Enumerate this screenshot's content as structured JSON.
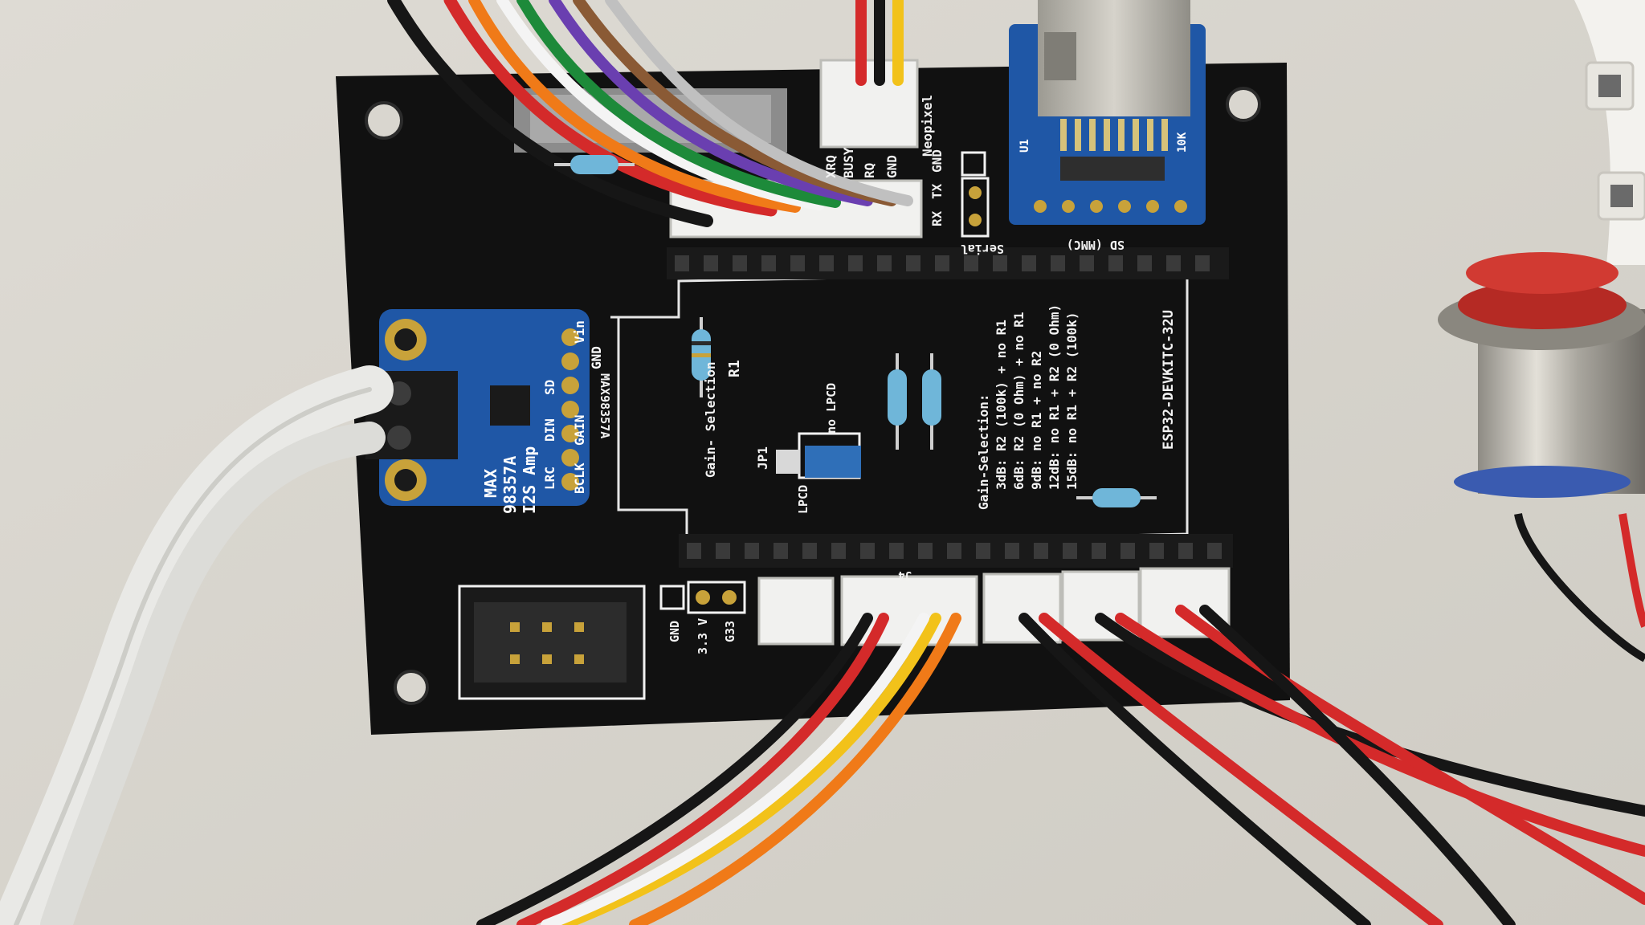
{
  "colors": {
    "table": "#d9d6cf",
    "pcb": "#111111",
    "silkscreen": "#f2f2f2",
    "module_blue": "#1f57a6",
    "header_black": "#1a1a1a",
    "connector_white": "#f1f1ef",
    "wire_red": "#d42a2a",
    "wire_black": "#161616",
    "wire_yellow": "#f2c21a",
    "wire_orange": "#f07a18",
    "wire_white": "#f4f4f4",
    "wire_green": "#1d8a3a",
    "wire_purple": "#6a3fb0",
    "wire_brown": "#8a5a35",
    "button_red": "#b52a24",
    "metal": "#b9b6ad"
  },
  "board_labels": {
    "neopixel": "Neopixel",
    "xrq": "XRQ",
    "busy": "BUSY",
    "rq": "RQ",
    "gnd_top": "GND",
    "gnd_serial": "GND",
    "tx": "TX",
    "rx": "RX",
    "serial": "Serial",
    "sd_mmc": "SD (MMC)",
    "r1": "R1",
    "gain_selection": "Gain-\nSelection",
    "jp1": "JP1",
    "no_lpcd": "no LPCD",
    "lpcd": "LPCD",
    "gain_title": "Gain-Selection:",
    "gain_lines": [
      "3dB: R2 (100k) + no R1",
      "6dB: R2 (0 Ohm) + no R1",
      "9dB: no R1 + no R2",
      "12dB: no R1 + R2 (0 Ohm)",
      "15dB: no R1 + R2 (100k)"
    ],
    "esp32": "ESP32-DEVKITC-32U",
    "max_board": "MAX98357A",
    "pwr_gnd": "GND",
    "pwr_33v": "3.3 V",
    "pwr_g33": "G33",
    "j4": "J4"
  },
  "amp_module": {
    "line1": "MAX",
    "line2": "98357A",
    "line3": "I2S Amp",
    "pins": [
      "Vin",
      "GND",
      "SD",
      "GAIN",
      "DIN",
      "BCLK",
      "LRC"
    ]
  },
  "sd_module": {
    "u1": "U1",
    "c": "10K"
  }
}
